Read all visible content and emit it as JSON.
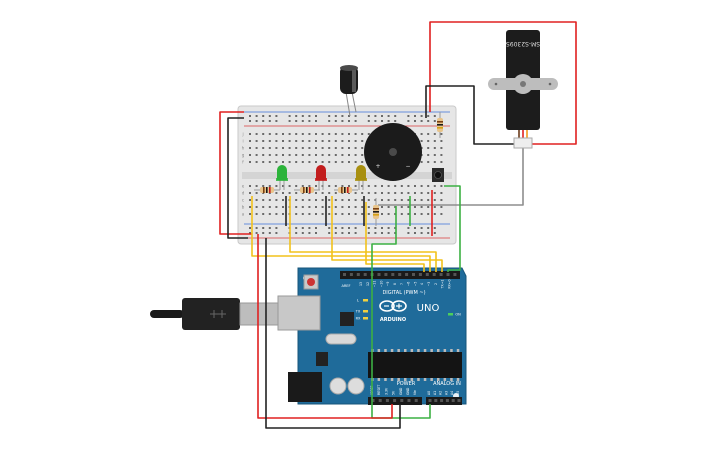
{
  "servo": {
    "model": "SM-S2309S"
  },
  "arduino": {
    "brand": "ARDUINO",
    "model": "UNO",
    "digital_header": "DIGITAL (PWM ~)",
    "power_header": "POWER",
    "analog_header": "ANALOG IN",
    "led_labels": [
      "L",
      "TX",
      "RX",
      "ON"
    ],
    "aref": "AREF",
    "gnd": "GND",
    "power_pins": [
      "IOREF",
      "RESET",
      "3.3V",
      "5V",
      "GND",
      "GND",
      "Vin"
    ],
    "analog_pins": [
      "A0",
      "A1",
      "A2",
      "A3",
      "A4",
      "A5"
    ],
    "digital_pins": [
      "13",
      "12",
      "~11",
      "~10",
      "~9",
      "8",
      "7",
      "~6",
      "~5",
      "4",
      "~3",
      "2",
      "TX→1",
      "RX←0"
    ]
  },
  "breadboard": {
    "row_letters_top": [
      "j",
      "i",
      "h",
      "g",
      "f"
    ],
    "row_letters_bottom": [
      "e",
      "d",
      "c",
      "b",
      "a"
    ]
  },
  "buzzer": {
    "plus": "+",
    "minus": "−"
  },
  "leds": [
    {
      "color": "#2bb33a",
      "name": "green"
    },
    {
      "color": "#c21d1d",
      "name": "red"
    },
    {
      "color": "#a88f10",
      "name": "yellow"
    }
  ],
  "wire_colors": {
    "red": "#e02020",
    "black": "#222222",
    "yellow": "#f2c21b",
    "green": "#3cb043",
    "gray": "#8e8e8e"
  }
}
